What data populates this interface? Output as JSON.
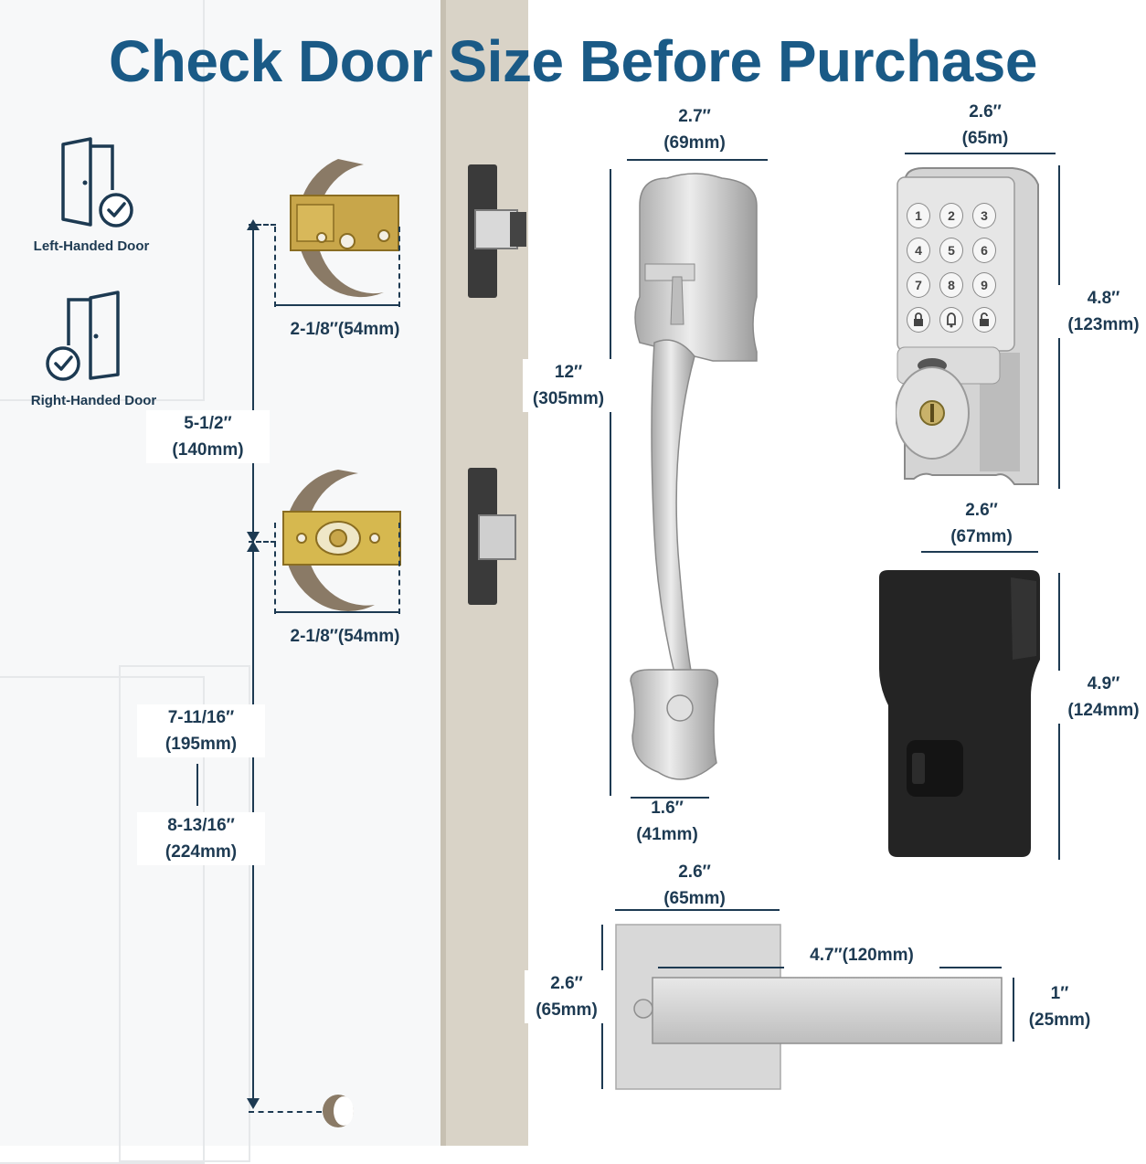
{
  "title": "Check Door Size Before Purchase",
  "handedness": {
    "left": {
      "icon": "left-hand-door-check-icon",
      "label": "Left-Handed Door"
    },
    "right": {
      "icon": "right-hand-door-check-icon",
      "label": "Right-Handed Door"
    }
  },
  "door_dimensions": {
    "bore_upper": "2-1/8′′(54mm)",
    "bore_lower": "2-1/8′′(54mm)",
    "spacing": {
      "inch": "5-1/2′′",
      "mm": "(140mm)"
    },
    "height_a": {
      "inch": "7-11/16′′",
      "mm": "(195mm)"
    },
    "height_b": {
      "inch": "8-13/16′′",
      "mm": "(224mm)"
    }
  },
  "handle_set": {
    "width": {
      "inch": "2.7′′",
      "mm": "(69mm)"
    },
    "height": {
      "inch": "12′′",
      "mm": "(305mm)"
    },
    "bottom_width": {
      "inch": "1.6′′",
      "mm": "(41mm)"
    }
  },
  "keypad": {
    "width": {
      "inch": "2.6′′",
      "mm": "(65m)"
    },
    "height": {
      "inch": "4.8′′",
      "mm": "(123mm)"
    },
    "keys": [
      "1",
      "2",
      "3",
      "4",
      "5",
      "6",
      "7",
      "8",
      "9",
      "lock",
      "bell",
      "unlock"
    ]
  },
  "interior_unit": {
    "width": {
      "inch": "2.6′′",
      "mm": "(67mm)"
    },
    "height": {
      "inch": "4.9′′",
      "mm": "(124mm)"
    }
  },
  "lever": {
    "width": {
      "inch": "2.6′′",
      "mm": "(65mm)"
    },
    "height": {
      "inch": "2.6′′",
      "mm": "(65mm)"
    },
    "length": "4.7′′(120mm)",
    "thickness": {
      "inch": "1′′",
      "mm": "(25mm)"
    }
  },
  "colors": {
    "title": "#1a5a86",
    "dim_text": "#1d3a52",
    "nickel": "#c9c9c9",
    "brass": "#c8a64a",
    "black": "#1e1e1e"
  }
}
